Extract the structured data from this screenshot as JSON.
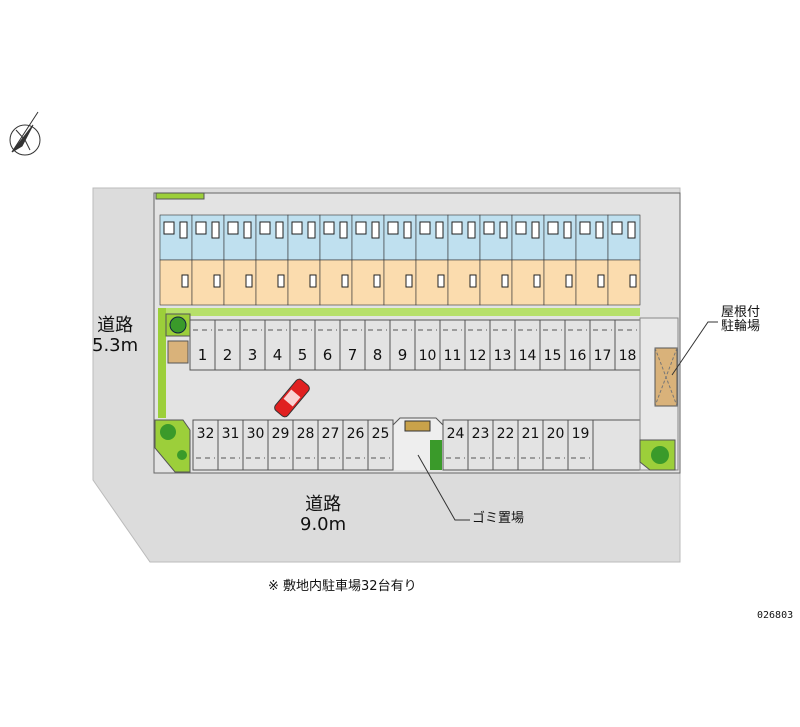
{
  "roads": [
    {
      "name": "道路",
      "width": "5.3m"
    },
    {
      "name": "道路",
      "width": "9.0m"
    }
  ],
  "labels": {
    "bike_shelter": [
      "屋根付",
      "駐輪場"
    ],
    "garbage": "ゴミ置場",
    "note": "※ 敷地内駐車場32台有り",
    "code": "026803"
  },
  "parking": {
    "top_row": [
      "1",
      "2",
      "3",
      "4",
      "5",
      "6",
      "7",
      "8",
      "9",
      "10",
      "11",
      "12",
      "13",
      "14",
      "15",
      "16",
      "17",
      "18"
    ],
    "bottom_left": [
      "32",
      "31",
      "30",
      "29",
      "28",
      "27",
      "26",
      "25"
    ],
    "bottom_right": [
      "24",
      "23",
      "22",
      "21",
      "20",
      "19"
    ]
  },
  "colors": {
    "road": "#dcdcdc",
    "unit_front": "#bfe0ef",
    "unit_back": "#fbdcae",
    "green": "#9ccf3a",
    "car": "#e02020"
  }
}
